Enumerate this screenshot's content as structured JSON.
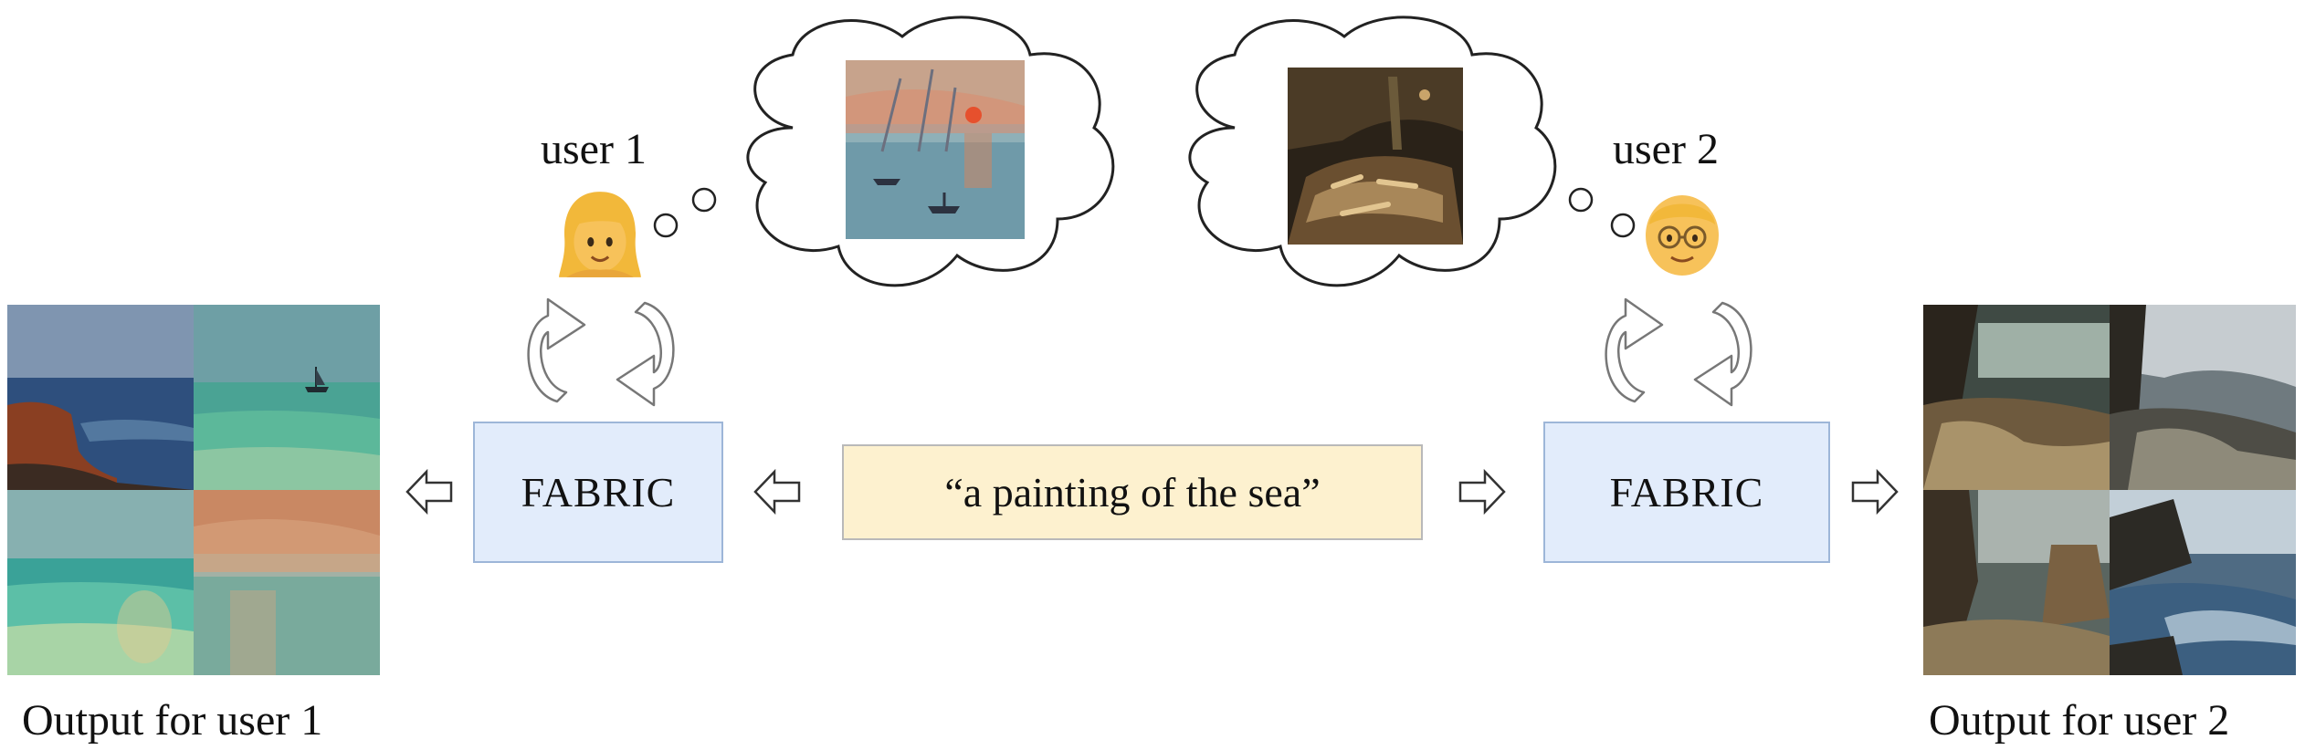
{
  "prompt": "“a painting of the sea”",
  "user1": {
    "label": "user 1",
    "fabric": "FABRIC",
    "output_label": "Output for user 1",
    "avatar_icon": "woman-emoji-icon",
    "preference_image": "impressionist-harbor-sunrise",
    "output_images": [
      "sea-cliff-painting",
      "sea-with-boat-painting",
      "calm-sea-painting",
      "misty-sea-painting"
    ]
  },
  "user2": {
    "label": "user 2",
    "fabric": "FABRIC",
    "output_label": "Output for user 2",
    "avatar_icon": "old-man-emoji-icon",
    "preference_image": "dark-raft-shipwreck",
    "output_images": [
      "dark-rocky-shore-painting",
      "stormy-coast-painting",
      "cliff-storm-painting",
      "blue-waves-rocks-painting"
    ]
  },
  "colors": {
    "fabric_fill": "#e2ecfb",
    "fabric_border": "#9db6d8",
    "prompt_fill": "#fdf1cf",
    "prompt_border": "#b9b9b9"
  }
}
